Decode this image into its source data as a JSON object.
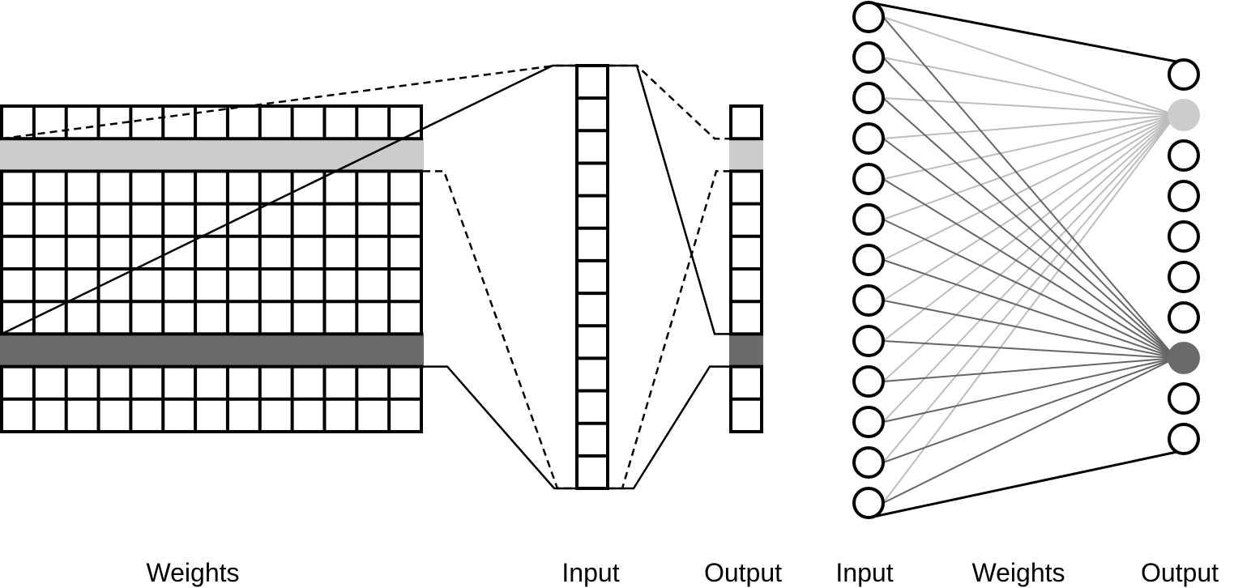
{
  "labels": {
    "matrix_weights": "Weights",
    "matrix_input": "Input",
    "matrix_output": "Output",
    "network_input": "Input",
    "network_weights": "Weights",
    "network_output": "Output"
  },
  "matrix_view": {
    "weight_rows": 10,
    "weight_cols": 13,
    "input_length": 13,
    "output_length": 10,
    "highlight_light_row": 1,
    "highlight_dark_row": 7
  },
  "network_view": {
    "input_nodes": 13,
    "output_nodes": 10,
    "highlight_light_output": 1,
    "highlight_dark_output": 7
  },
  "colors": {
    "line": "#000000",
    "highlight_light": "#cccccc",
    "highlight_dark": "#6a6a6a",
    "edge_light": "#bdbdbd",
    "edge_dark": "#666666",
    "background": "#ffffff"
  }
}
